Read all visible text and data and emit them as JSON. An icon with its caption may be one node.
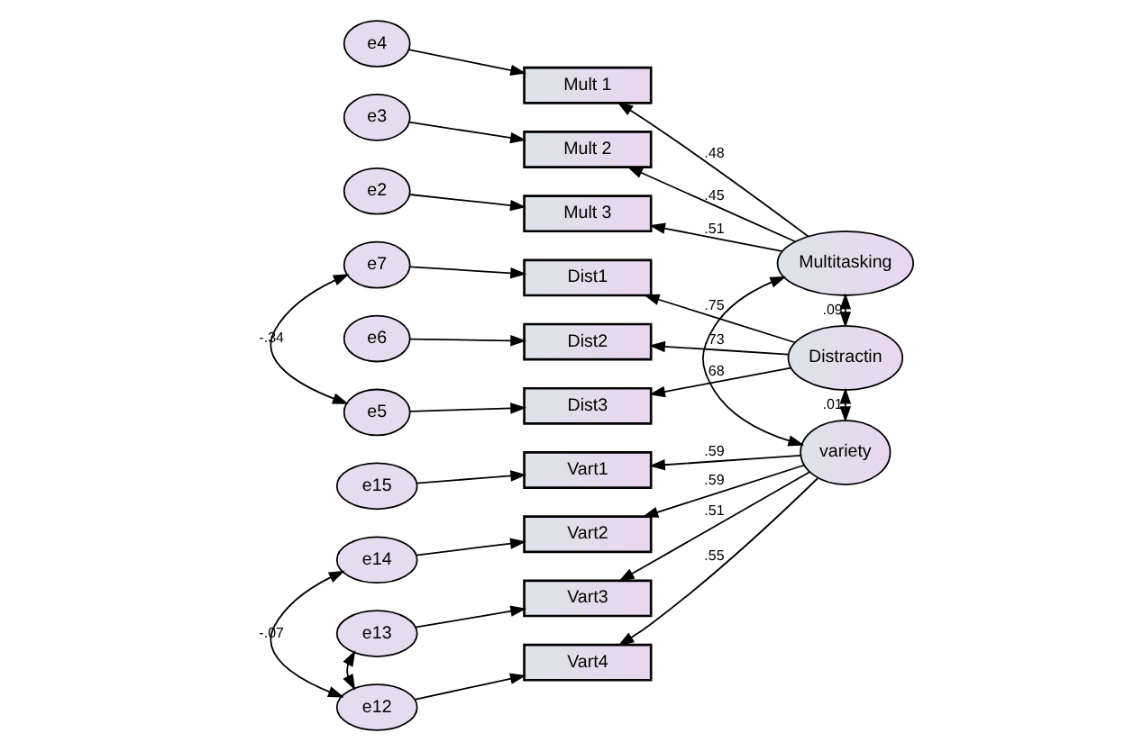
{
  "diagram": {
    "nodes": [
      {
        "text": [
          "e4"
        ]
      },
      {
        "text": [
          "Mult 1"
        ]
      },
      {
        "text": [
          "e3"
        ]
      },
      {
        "text": [
          "Mult 2"
        ]
      },
      {
        "text": [
          "e2"
        ]
      },
      {
        "text": [
          "Mult 3"
        ]
      },
      {
        "text": [
          "Multitasking"
        ]
      },
      {
        "text": [
          "e7"
        ]
      },
      {
        "text": [
          "Dist1"
        ]
      },
      {
        "text": [
          "e6"
        ]
      },
      {
        "text": [
          "Dist2"
        ]
      },
      {
        "text": [
          "e5"
        ]
      },
      {
        "text": [
          "Dist3"
        ]
      },
      {
        "text": [
          "Distractin"
        ]
      },
      {
        "text": [
          "e15"
        ]
      },
      {
        "text": [
          "Vart1"
        ]
      },
      {
        "text": [
          "e14"
        ]
      },
      {
        "text": [
          "Vart2"
        ]
      },
      {
        "text": [
          "e13"
        ]
      },
      {
        "text": [
          "Vart3"
        ]
      },
      {
        "text": [
          "e12"
        ]
      },
      {
        "text": [
          "Vart4"
        ]
      },
      {
        "text": [
          "variety"
        ]
      }
    ],
    "edges": [
      {
        "from": 0,
        "to": 1,
        "arrow": "to"
      },
      {
        "from": 2,
        "to": 3,
        "arrow": "to"
      },
      {
        "from": 4,
        "to": 5,
        "arrow": "to"
      },
      {
        "from": 6,
        "to": 1,
        "arrow": "to",
        "label": ".48"
      },
      {
        "from": 6,
        "to": 3,
        "arrow": "to",
        "label": ".45"
      },
      {
        "from": 6,
        "to": 5,
        "arrow": "to",
        "label": ".51"
      },
      {
        "from": 7,
        "to": 8,
        "arrow": "to"
      },
      {
        "from": 9,
        "to": 10,
        "arrow": "to"
      },
      {
        "from": 11,
        "to": 12,
        "arrow": "to"
      },
      {
        "from": 7,
        "to": 11,
        "arrow": "both",
        "label": "-.34"
      },
      {
        "from": 13,
        "to": 8,
        "arrow": "to",
        "label": ".75"
      },
      {
        "from": 13,
        "to": 10,
        "arrow": "to",
        "label": ".73"
      },
      {
        "from": 13,
        "to": 12,
        "arrow": "to",
        "label": ".68"
      },
      {
        "from": 14,
        "to": 15,
        "arrow": "to"
      },
      {
        "from": 16,
        "to": 17,
        "arrow": "to"
      },
      {
        "from": 18,
        "to": 19,
        "arrow": "to"
      },
      {
        "from": 20,
        "to": 21,
        "arrow": "to"
      },
      {
        "from": 16,
        "to": 20,
        "arrow": "both",
        "label": "-.07"
      },
      {
        "from": 18,
        "to": 20,
        "arrow": "both"
      },
      {
        "from": 22,
        "to": 15,
        "arrow": "to",
        "label": ".59"
      },
      {
        "from": 22,
        "to": 17,
        "arrow": "to",
        "label": ".59"
      },
      {
        "from": 22,
        "to": 19,
        "arrow": "to",
        "label": ".51"
      },
      {
        "from": 22,
        "to": 21,
        "arrow": "to",
        "label": ".55"
      },
      {
        "from": 6,
        "to": 13,
        "arrow": "both",
        "label": ".09"
      },
      {
        "from": 13,
        "to": 22,
        "arrow": "both",
        "label": ".01"
      },
      {
        "from": 6,
        "to": 22,
        "arrow": "both"
      }
    ]
  }
}
